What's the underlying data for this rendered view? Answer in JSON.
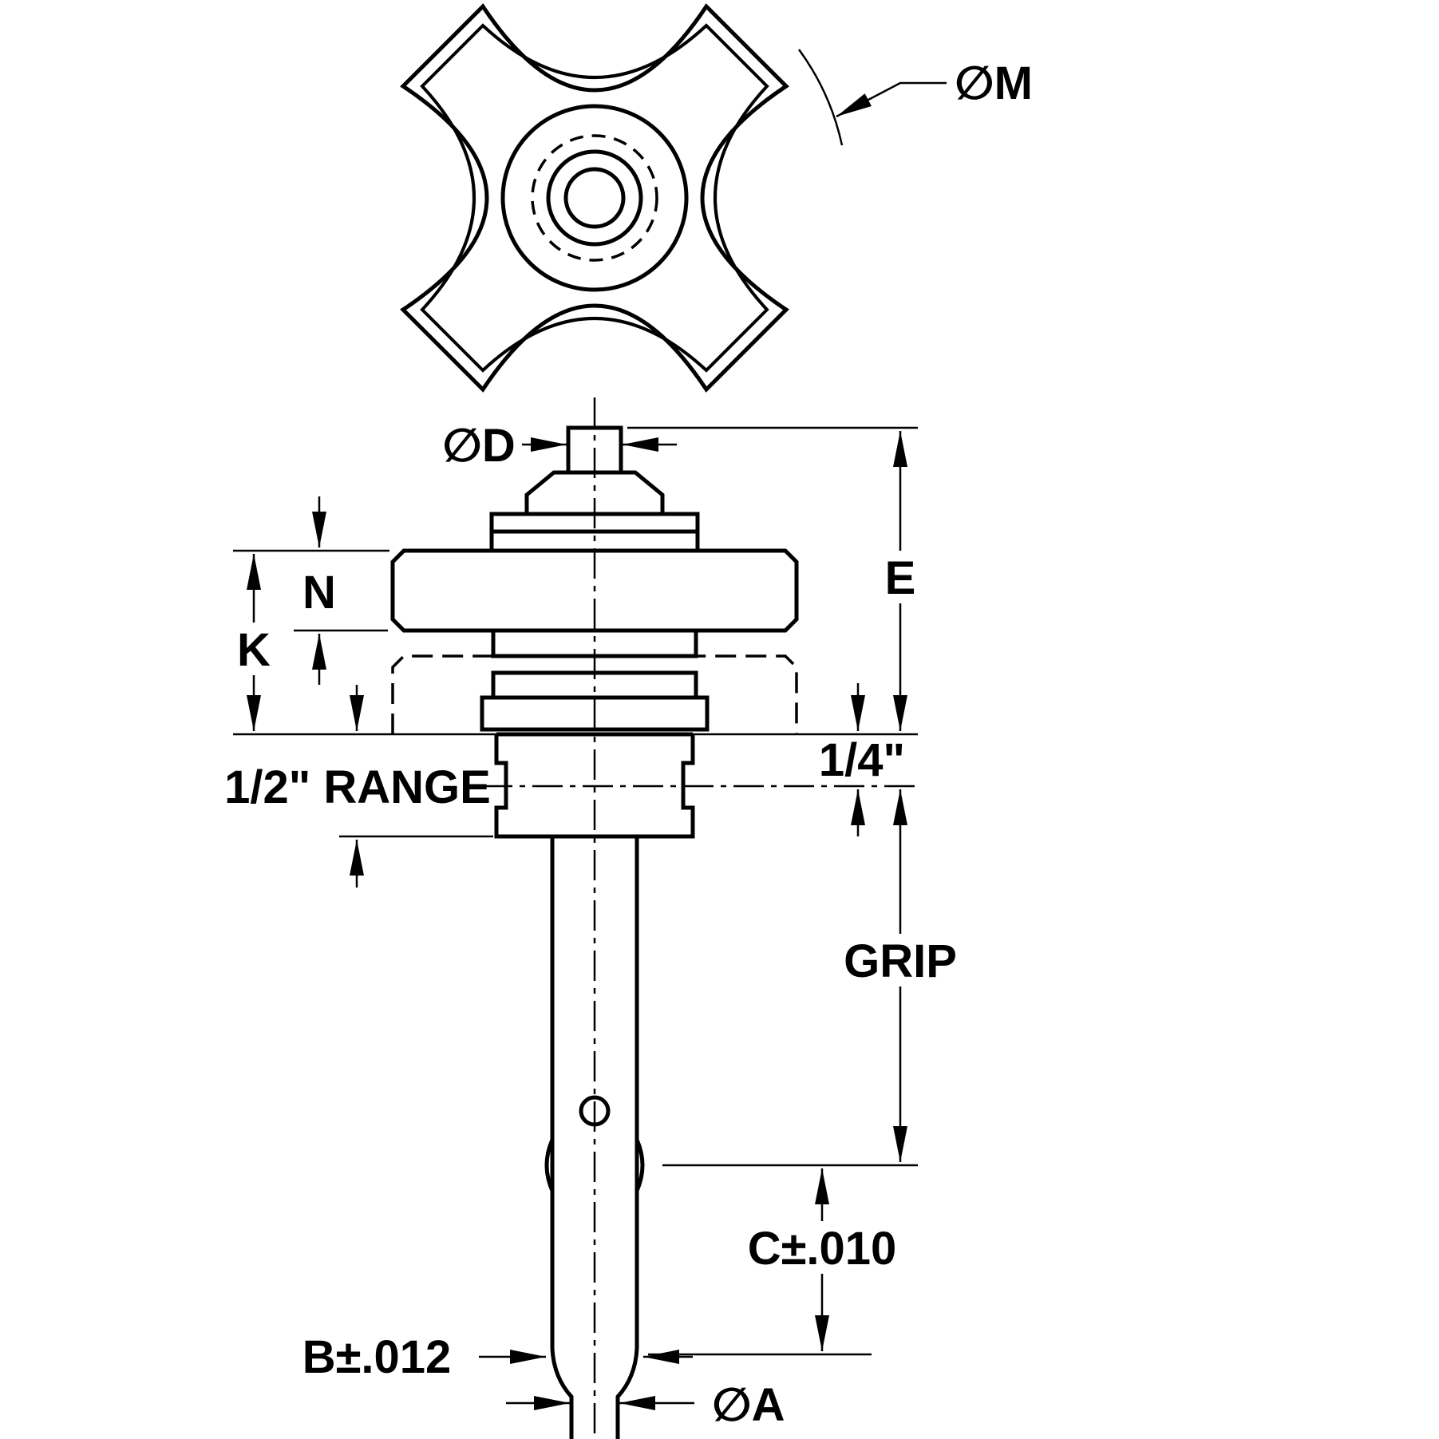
{
  "title": "Quick-release ball-lock pin with cross handle - dimensioned engineering drawing",
  "colors": {
    "ink": "#000000",
    "paper": "#ffffff"
  },
  "labels": {
    "dia_m": "∅M",
    "dia_d": "∅D",
    "dim_e": "E",
    "dim_n": "N",
    "dim_k": "K",
    "range": "1/2\" RANGE",
    "quarter_inch": "1/4\"",
    "grip": "GRIP",
    "dim_c": "C±.010",
    "dim_b": "B±.012",
    "dia_a": "∅A"
  }
}
